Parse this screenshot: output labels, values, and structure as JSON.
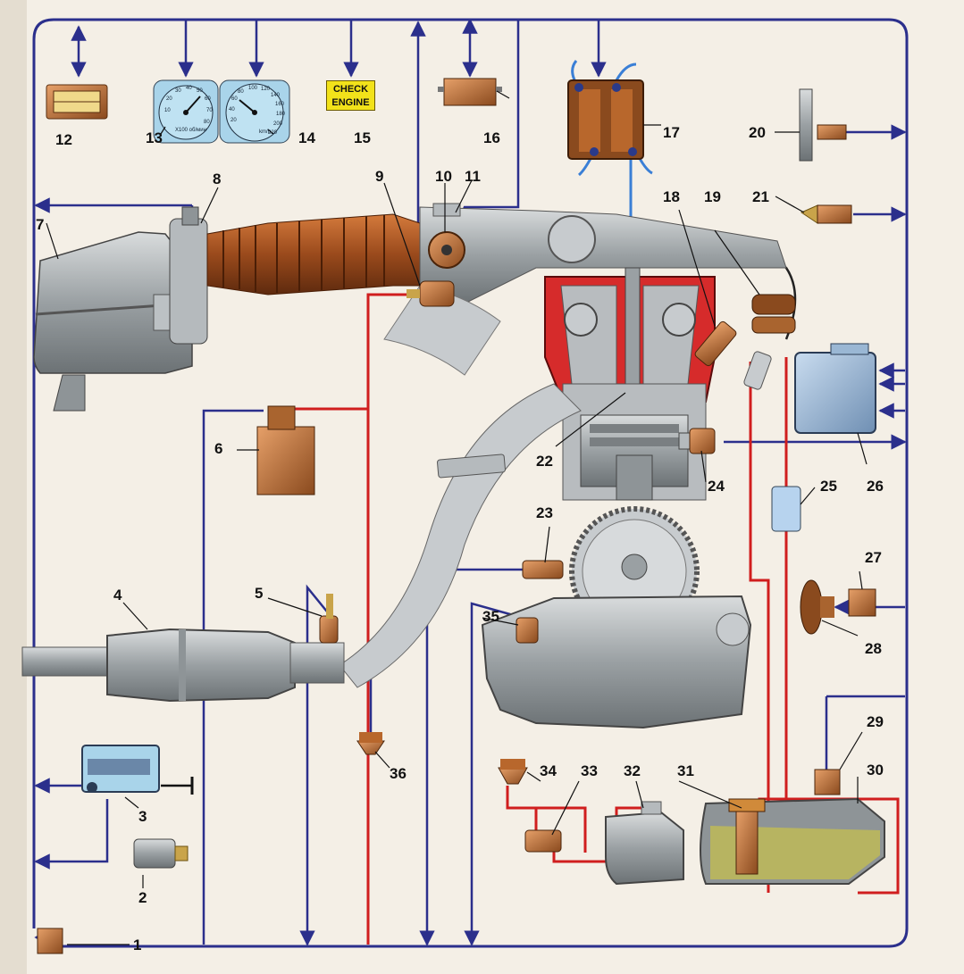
{
  "diagram": {
    "check_engine": {
      "line1": "CHECK",
      "line2": "ENGINE"
    },
    "tachometer": {
      "ticks": [
        "10",
        "20",
        "30",
        "40",
        "50",
        "60",
        "70",
        "80"
      ],
      "unit": "X100 об/мин"
    },
    "speedometer": {
      "ticks": [
        "20",
        "40",
        "60",
        "80",
        "100",
        "120",
        "140",
        "160",
        "180",
        "200",
        "220"
      ],
      "unit": "km/h"
    },
    "labels": {
      "l1": "1",
      "l2": "2",
      "l3": "3",
      "l4": "4",
      "l5": "5",
      "l6": "6",
      "l7": "7",
      "l8": "8",
      "l9": "9",
      "l10": "10",
      "l11": "11",
      "l12": "12",
      "l13": "13",
      "l14": "14",
      "l15": "15",
      "l16": "16",
      "l17": "17",
      "l18": "18",
      "l19": "19",
      "l20": "20",
      "l21": "21",
      "l22": "22",
      "l23": "23",
      "l24": "24",
      "l25": "25",
      "l26": "26",
      "l27": "27",
      "l28": "28",
      "l29": "29",
      "l30": "30",
      "l31": "31",
      "l32": "32",
      "l33": "33",
      "l34": "34",
      "l35": "35",
      "l36": "36"
    },
    "colors": {
      "signal_line": "#2b2f8c",
      "fuel_line": "#d01e1e",
      "ignition_line": "#3a7fd6",
      "component": "#9b5a2a"
    }
  }
}
